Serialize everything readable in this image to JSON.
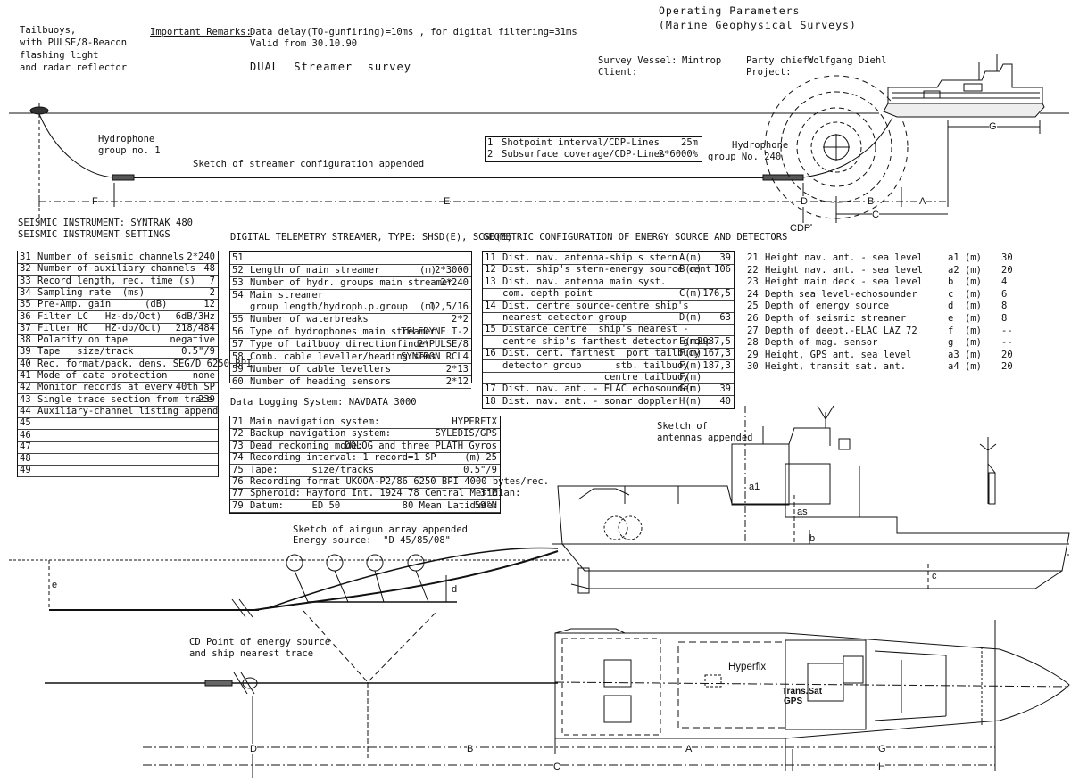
{
  "header": {
    "title": "Operating Parameters",
    "subtitle": "(Marine Geophysical Surveys)",
    "tailbuoy_note": [
      "Tailbuoys,",
      "with PULSE/8-Beacon",
      "flashing light",
      "and radar reflector"
    ],
    "remarks_label": "Important Remarks:",
    "remarks_line1": "Data delay(TO-gunfiring)=10ms , for digital filtering=31ms",
    "remarks_line2": "Valid from 30.10.90",
    "survey_type": "DUAL  Streamer  survey",
    "vessel_label": "Survey Vessel:",
    "vessel_value": "Mintrop",
    "client_label": "Client:",
    "chief_label": "Party chief:",
    "chief_value": "Wolfgang Diehl",
    "project_label": "Project:"
  },
  "streamer_sketch": {
    "hydrophone_group1": [
      "Hydrophone",
      "group no. 1"
    ],
    "hydrophone_group240": [
      "Hydrophone",
      "group No. 240"
    ],
    "sketch_note": "Sketch of streamer configuration appended",
    "dim_labels": {
      "F": "F",
      "E": "E",
      "D": "D",
      "B": "B",
      "A": "A",
      "C": "C",
      "G": "G",
      "CDP": "CDP"
    }
  },
  "shotpoint_table": [
    {
      "n": "1",
      "label": "Shotpoint interval/CDP-Lines",
      "value": "25m"
    },
    {
      "n": "2",
      "label": "Subsurface coverage/CDP-Lines",
      "value": "2*6000%"
    }
  ],
  "seismic": {
    "title1": "SEISMIC INSTRUMENT: SYNTRAK 480",
    "title2": "SEISMIC INSTRUMENT SETTINGS",
    "rows": [
      {
        "n": "31",
        "label": "Number of seismic channels",
        "value": "2*240"
      },
      {
        "n": "32",
        "label": "Number of auxiliary channels",
        "value": "48"
      },
      {
        "n": "33",
        "label": "Record length, rec. time (s)",
        "value": "7"
      },
      {
        "n": "34",
        "label": "Sampling rate  (ms)",
        "value": "2"
      },
      {
        "n": "35",
        "label": "Pre-Amp. gain      (dB)",
        "value": "12"
      },
      {
        "n": "36",
        "label": "Filter LC   Hz-db/Oct)",
        "value": "6dB/3Hz"
      },
      {
        "n": "37",
        "label": "Filter HC   HZ-db/Oct)",
        "value": "218/484"
      },
      {
        "n": "38",
        "label": "Polarity on tape",
        "value": "negative"
      },
      {
        "n": "39",
        "label": "Tape   size/track",
        "value": "0.5\"/9"
      },
      {
        "n": "40",
        "label": "Rec. format/pack. dens. SEG/D 6250 BPI",
        "value": ""
      },
      {
        "n": "41",
        "label": "Mode of data protection",
        "value": "none"
      },
      {
        "n": "42",
        "label": "Monitor records at every",
        "value": "40th SP"
      },
      {
        "n": "43",
        "label": "Single trace section from trace",
        "value": "239"
      },
      {
        "n": "44",
        "label": "Auxiliary-channel listing append",
        "value": ""
      },
      {
        "n": "45",
        "label": "",
        "value": ""
      },
      {
        "n": "46",
        "label": "",
        "value": ""
      },
      {
        "n": "47",
        "label": "",
        "value": ""
      },
      {
        "n": "48",
        "label": "",
        "value": ""
      },
      {
        "n": "49",
        "label": "",
        "value": ""
      }
    ]
  },
  "telemetry": {
    "title": "DIGITAL TELEMETRY STREAMER, TYPE: SHSD(E), SCSD(E)",
    "rows": [
      {
        "n": "51",
        "label": "",
        "unit": "",
        "value": ""
      },
      {
        "n": "52",
        "label": "Length of main streamer",
        "unit": "(m)",
        "value": "2*3000"
      },
      {
        "n": "53",
        "label": "Number of hydr. groups main streamer",
        "unit": "",
        "value": "2*240"
      },
      {
        "n": "54",
        "label": "Main streamer",
        "unit": "",
        "value": "",
        "tall": true,
        "label2": "group length/hydroph.p.group",
        "unit2": "(m)",
        "value2": "12,5/16"
      },
      {
        "n": "55",
        "label": "Number of waterbreaks",
        "unit": "",
        "value": "2*2"
      },
      {
        "n": "56",
        "label": "Type of hydrophones main streamer",
        "unit": "",
        "value": "TELEDYNE T-2"
      },
      {
        "n": "57",
        "label": "Type of tailbuoy directionfinder",
        "unit": "",
        "value": "2*PULSE/8"
      },
      {
        "n": "58",
        "label": "Comb. cable leveller/heading sens.",
        "unit": "",
        "value": "SYNTRON RCL4"
      },
      {
        "n": "59",
        "label": "Number of cable levellers",
        "unit": "",
        "value": "2*13"
      },
      {
        "n": "60",
        "label": "Number of heading sensors",
        "unit": "",
        "value": "2*12"
      }
    ]
  },
  "logging": {
    "title": "Data Logging System: NAVDATA 3000",
    "rows": [
      {
        "n": "71",
        "label": "Main navigation system:",
        "value": "HYPERFIX"
      },
      {
        "n": "72",
        "label": "Backup navigation system:",
        "value": "SYLEDIS/GPS"
      },
      {
        "n": "73",
        "label": "Dead reckoning mode:",
        "value": "DOLOG and three PLATH Gyros"
      },
      {
        "n": "74",
        "label": "Recording interval: 1 record=1 SP     (m)",
        "value": "25"
      },
      {
        "n": "75",
        "label": "Tape:      size/tracks",
        "value": "0.5\"/9"
      },
      {
        "n": "76",
        "label": "Recording format UKOOA-P2/86 6250 BPI 4000 bytes/rec.",
        "value": ""
      },
      {
        "n": "77",
        "label": "Spheroid: Hayford Int. 1924 78 Central Meridian:",
        "value": "3°E"
      },
      {
        "n": "79",
        "label": "Datum:     ED 50           80 Mean Latidude:",
        "value": "59°N"
      }
    ]
  },
  "geometry": {
    "title": "GEOMETRIC CONFIGURATION OF ENERGY SOURCE AND DETECTORS",
    "rows": [
      {
        "n": "11",
        "label": "Dist. nav. antenna-ship's stern",
        "unit": "A(m)",
        "value": "39"
      },
      {
        "n": "12",
        "label": "Dist. ship's stern-energy source cent",
        "unit": "B(m)",
        "value": "106"
      },
      {
        "n": "13",
        "label": "Dist. nav. antenna main syst.",
        "unit": "",
        "value": ""
      },
      {
        "n": "",
        "label": "com. depth point",
        "unit": "C(m)",
        "value": "176,5"
      },
      {
        "n": "14",
        "label": "Dist. centre source-centre ship's",
        "unit": "",
        "value": ""
      },
      {
        "n": "",
        "label": "nearest detector group",
        "unit": "D(m)",
        "value": "63"
      },
      {
        "n": "15",
        "label": "Distance centre  ship's nearest -",
        "unit": "",
        "value": ""
      },
      {
        "n": "",
        "label": "centre ship's farthest detector group",
        "unit": "E(m)",
        "value": "2987,5"
      },
      {
        "n": "16",
        "label": "Dist. cent. farthest  port tailbuoy",
        "unit": "F(m)",
        "value": "167,3"
      },
      {
        "n": "",
        "label": "detector group      stb. tailbuoy",
        "unit": "F(m)",
        "value": "187,3"
      },
      {
        "n": "",
        "label": "                  centre tailbuoy",
        "unit": "F(m)",
        "value": ""
      },
      {
        "n": "17",
        "label": "Dist. nav. ant. - ELAC echosounder",
        "unit": "G(m)",
        "value": "39"
      },
      {
        "n": "18",
        "label": "Dist. nav. ant. - sonar doppler",
        "unit": "H(m)",
        "value": "40"
      }
    ],
    "right_rows": [
      {
        "n": "21",
        "label": "Height nav. ant. - sea level",
        "code": "a1 (m)",
        "value": "30"
      },
      {
        "n": "22",
        "label": "Height nav. ant. - sea level",
        "code": "a2 (m)",
        "value": "20"
      },
      {
        "n": "23",
        "label": "Height main deck - sea level",
        "code": "b  (m)",
        "value": "4"
      },
      {
        "n": "24",
        "label": "Depth sea level-echosounder",
        "code": "c  (m)",
        "value": "6"
      },
      {
        "n": "25",
        "label": "Depth of energy source",
        "code": "d  (m)",
        "value": "8"
      },
      {
        "n": "26",
        "label": "Depth of seismic streamer",
        "code": "e  (m)",
        "value": "8"
      },
      {
        "n": "27",
        "label": "Depth of deept.-ELAC LAZ 72",
        "code": "f  (m)",
        "value": "--"
      },
      {
        "n": "28",
        "label": "Depth of mag. sensor",
        "code": "g  (m)",
        "value": "--"
      },
      {
        "n": "29",
        "label": "Height, GPS ant. sea level",
        "code": "a3 (m)",
        "value": "20"
      },
      {
        "n": "30",
        "label": "Height, transit sat. ant.",
        "code": "a4 (m)",
        "value": "20"
      }
    ]
  },
  "lower_sketch": {
    "antennas_note": [
      "Sketch of",
      "antennas appended"
    ],
    "airgun_note": "Sketch of airgun array appended",
    "energy_source": "Energy source:  \"D 45/85/08\"",
    "cd_point_note": [
      "CD Point of energy source",
      "and ship nearest trace"
    ],
    "hyperfix": "Hyperfix",
    "transsat": "Trans.Sat",
    "gps": "GPS",
    "side_labels": {
      "a1": "a1",
      "as": "as",
      "b": "b",
      "c": "c",
      "d": "d",
      "e": "e"
    },
    "dim_labels": {
      "D": "D",
      "B": "B",
      "A": "A",
      "G": "G",
      "C": "C",
      "H": "H"
    }
  }
}
